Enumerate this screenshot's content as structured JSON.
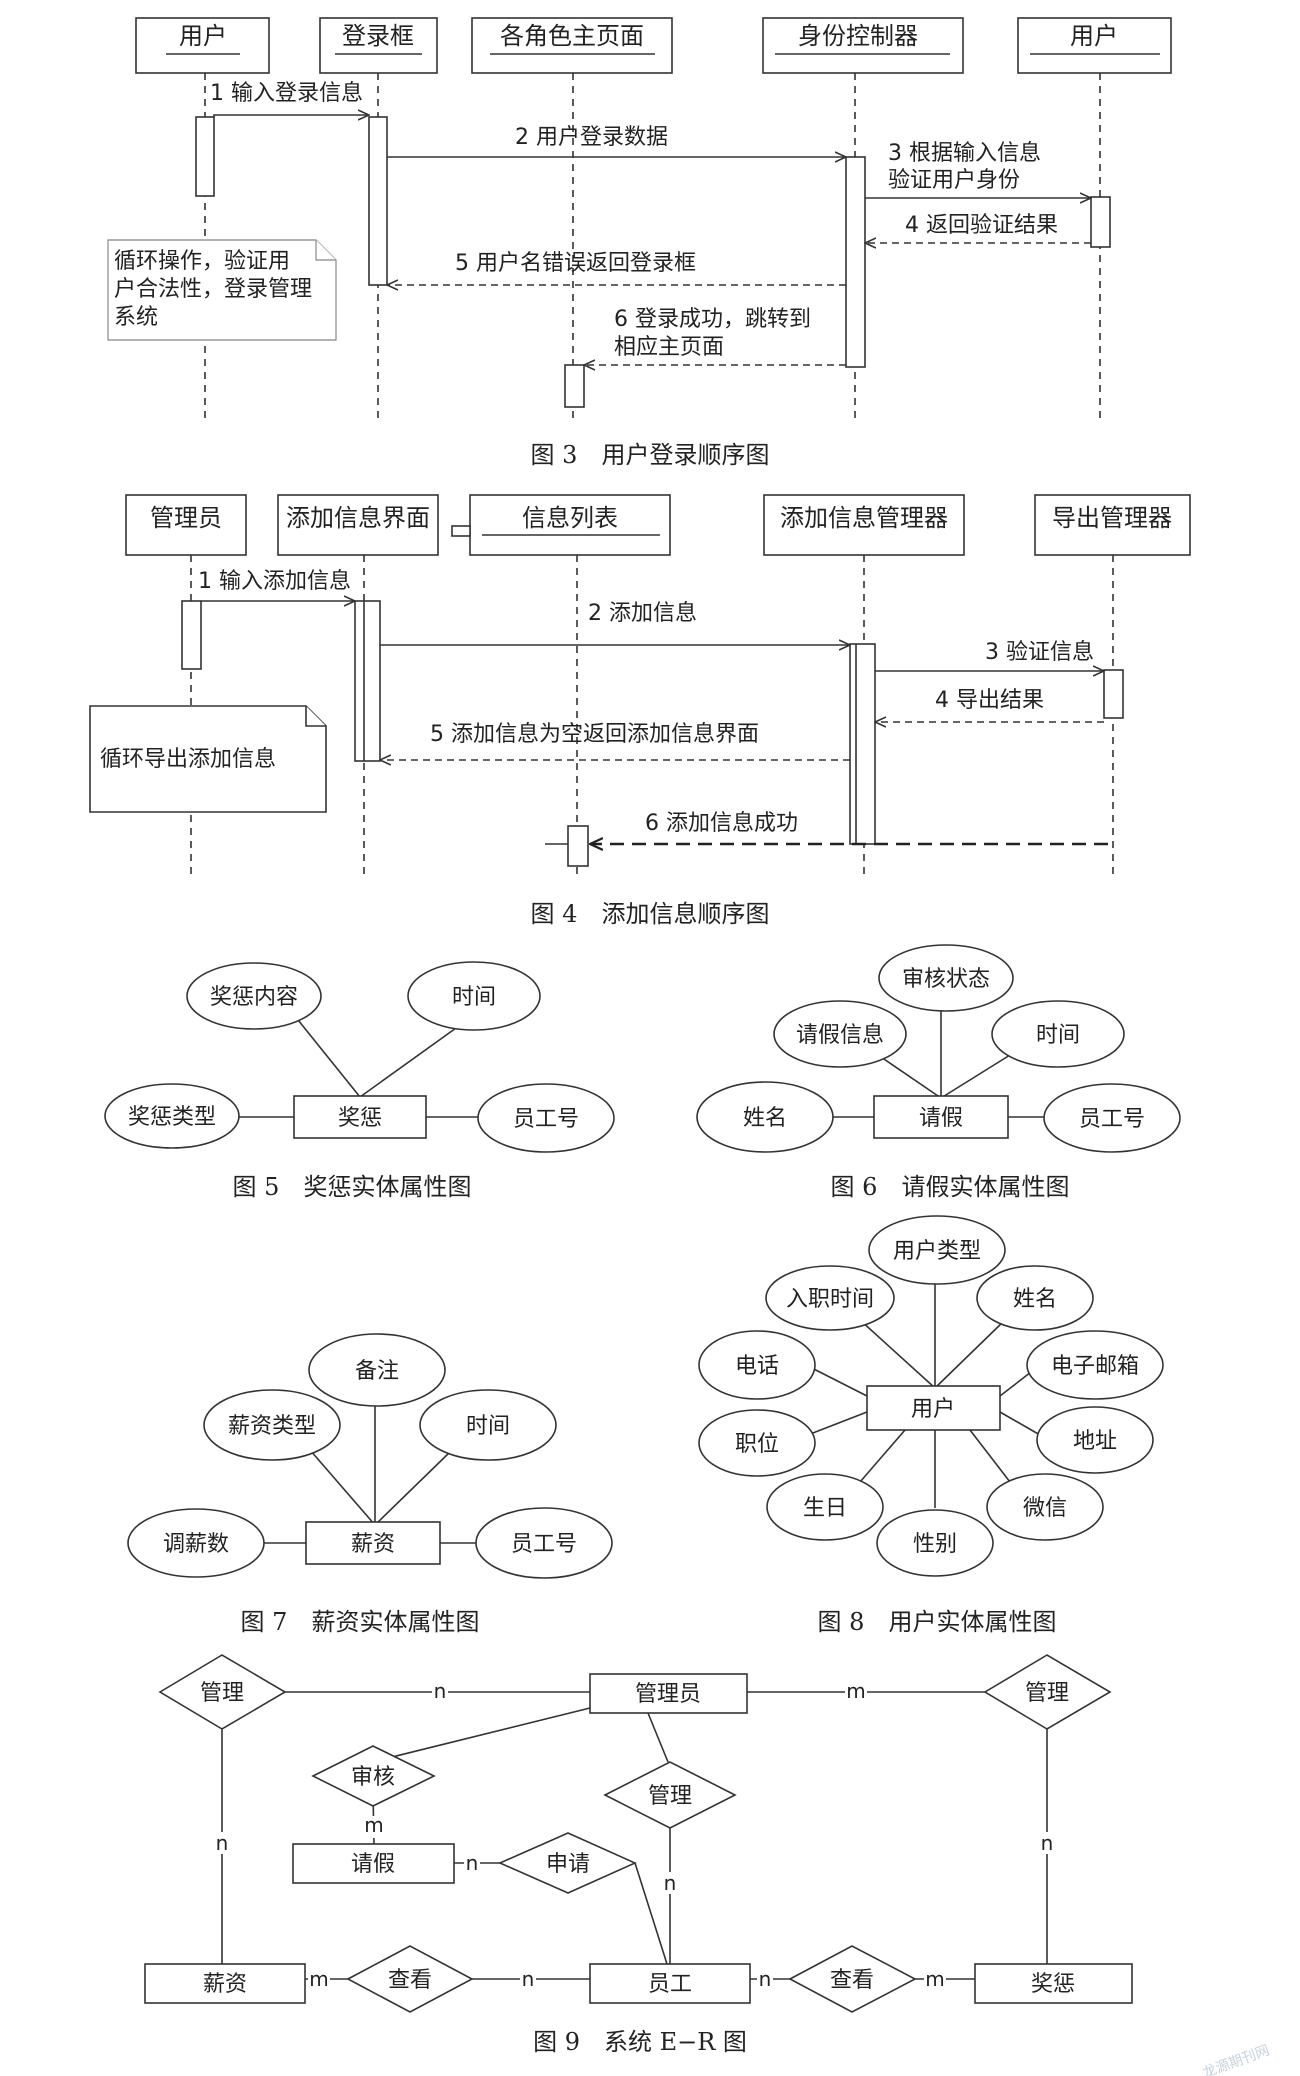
{
  "fig3": {
    "caption": "图 3　用户登录顺序图",
    "objects": [
      "用户",
      "登录框",
      "各角色主页面",
      "身份控制器",
      "用户"
    ],
    "messages": {
      "m1": "1 输入登录信息",
      "m2": "2 用户登录数据",
      "m3a": "3 根据输入信息",
      "m3b": "验证用户身份",
      "m4": "4 返回验证结果",
      "m5": "5 用户名错误返回登录框",
      "m6a": "6 登录成功，跳转到",
      "m6b": "相应主页面"
    },
    "note": [
      "循环操作，验证用",
      "户合法性，登录管理",
      "系统"
    ]
  },
  "fig4": {
    "caption": "图 4　添加信息顺序图",
    "objects": [
      "管理员",
      "添加信息界面",
      "信息列表",
      "添加信息管理器",
      "导出管理器"
    ],
    "messages": {
      "m1": "1 输入添加信息",
      "m2": "2 添加信息",
      "m3": "3 验证信息",
      "m4": "4 导出结果",
      "m5": "5 添加信息为空返回添加信息界面",
      "m6": "6 添加信息成功"
    },
    "note": "循环导出添加信息"
  },
  "fig5": {
    "caption": "图 5　奖惩实体属性图",
    "entity": "奖惩",
    "attributes": [
      "奖惩内容",
      "时间",
      "奖惩类型",
      "员工号"
    ]
  },
  "fig6": {
    "caption": "图 6　请假实体属性图",
    "entity": "请假",
    "attributes": [
      "审核状态",
      "请假信息",
      "时间",
      "姓名",
      "员工号"
    ]
  },
  "fig7": {
    "caption": "图 7　薪资实体属性图",
    "entity": "薪资",
    "attributes": [
      "备注",
      "薪资类型",
      "时间",
      "调薪数",
      "员工号"
    ]
  },
  "fig8": {
    "caption": "图 8　用户实体属性图",
    "entity": "用户",
    "attributes": [
      "用户类型",
      "入职时间",
      "姓名",
      "电话",
      "电子邮箱",
      "职位",
      "地址",
      "生日",
      "微信",
      "性别"
    ]
  },
  "fig9": {
    "caption": "图 9　系统 E−R 图",
    "entities": {
      "admin": "管理员",
      "leave": "请假",
      "salary": "薪资",
      "staff": "员工",
      "reward": "奖惩"
    },
    "relations": {
      "manage_left": "管理",
      "manage_right": "管理",
      "review": "审核",
      "manage_mid": "管理",
      "apply": "申请",
      "view_left": "查看",
      "view_right": "查看"
    },
    "cardinalities": {
      "c1": "n",
      "c2": "m",
      "c3": "n",
      "c4": "n",
      "c5": "m",
      "c6": "n",
      "c7": "n",
      "c8": "m",
      "c9": "n",
      "c10": "n",
      "c11": "m"
    }
  },
  "watermark": "龙源期刊网"
}
